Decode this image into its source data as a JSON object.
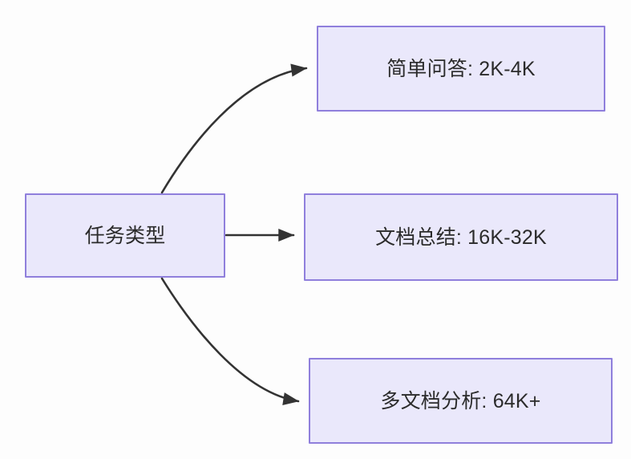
{
  "diagram": {
    "type": "flowchart",
    "direction": "left-to-right",
    "background_color": "#fdfdfd",
    "node_fill_color": "#eae8fb",
    "node_border_color": "#8f7fdc",
    "edge_color": "#333333",
    "text_color": "#2b2b2b",
    "nodes": [
      {
        "id": "root",
        "label": "任务类型"
      },
      {
        "id": "simple",
        "label": "简单问答: 2K-4K"
      },
      {
        "id": "summary",
        "label": "文档总结: 16K-32K"
      },
      {
        "id": "multidoc",
        "label": "多文档分析: 64K+"
      }
    ],
    "edges": [
      {
        "from": "root",
        "to": "simple",
        "label": "",
        "style": "curved-up"
      },
      {
        "from": "root",
        "to": "summary",
        "label": "",
        "style": "straight"
      },
      {
        "from": "root",
        "to": "multidoc",
        "label": "",
        "style": "curved-down"
      }
    ]
  }
}
